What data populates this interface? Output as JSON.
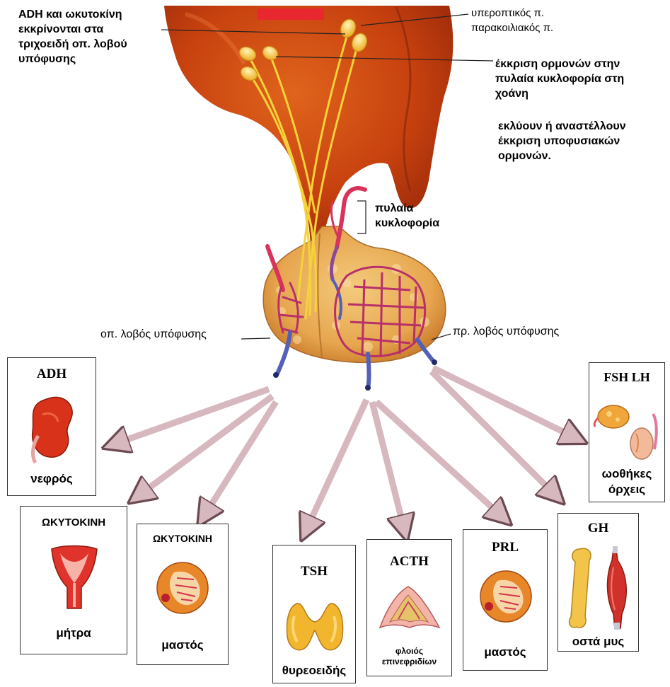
{
  "labels": {
    "top_left": [
      "ADH και ωκυτοκίνη",
      "εκκρίνονται στα",
      "τριχοειδή οπ. λοβού",
      "υπόφυσης"
    ],
    "nuclei": [
      "υπεροπτικός π.",
      "παρακοιλιακός π."
    ],
    "secretion": [
      "έκκριση ορμονών στην",
      "πυλαία κυκλοφορία στη",
      "χοάνη"
    ],
    "effect": [
      "εκλύουν ή αναστέλλουν",
      "έκκριση υποφυσιακών",
      "ορμονών."
    ],
    "portal": [
      "πυλαία",
      "κυκλοφορία"
    ],
    "posterior_lobe": "οπ. λοβός  υπόφυσης",
    "anterior_lobe": "πρ. λοβός υπόφυσης"
  },
  "targets": {
    "adh": {
      "hormone": "ADH",
      "organ": "νεφρός"
    },
    "oxytocin_uterus": {
      "hormone": "ΩΚΥΤΟΚΙΝΗ",
      "organ": "μήτρα"
    },
    "oxytocin_breast": {
      "hormone": "ΩΚΥΤΟΚΙΝΗ",
      "organ": "μαστός"
    },
    "tsh": {
      "hormone": "TSH",
      "organ": "θυρεοειδής"
    },
    "acth": {
      "hormone": "ACTH",
      "organ": [
        "φλοιός",
        "επινεφριδίων"
      ]
    },
    "prl": {
      "hormone": "PRL",
      "organ": "μαστός"
    },
    "gh": {
      "hormone": "GH",
      "organ": "οστά μυς"
    },
    "fsh_lh": {
      "hormone": "FSH LH",
      "organ": [
        "ωοθήκες",
        "όρχεις"
      ]
    }
  },
  "colors": {
    "brain_tissue": "#c0390e",
    "gland": "#e9a24a",
    "nerve_fiber": "#f6d23a",
    "artery": "#d8335c",
    "vein": "#5460b8",
    "arrow": "#d7b8bf"
  }
}
